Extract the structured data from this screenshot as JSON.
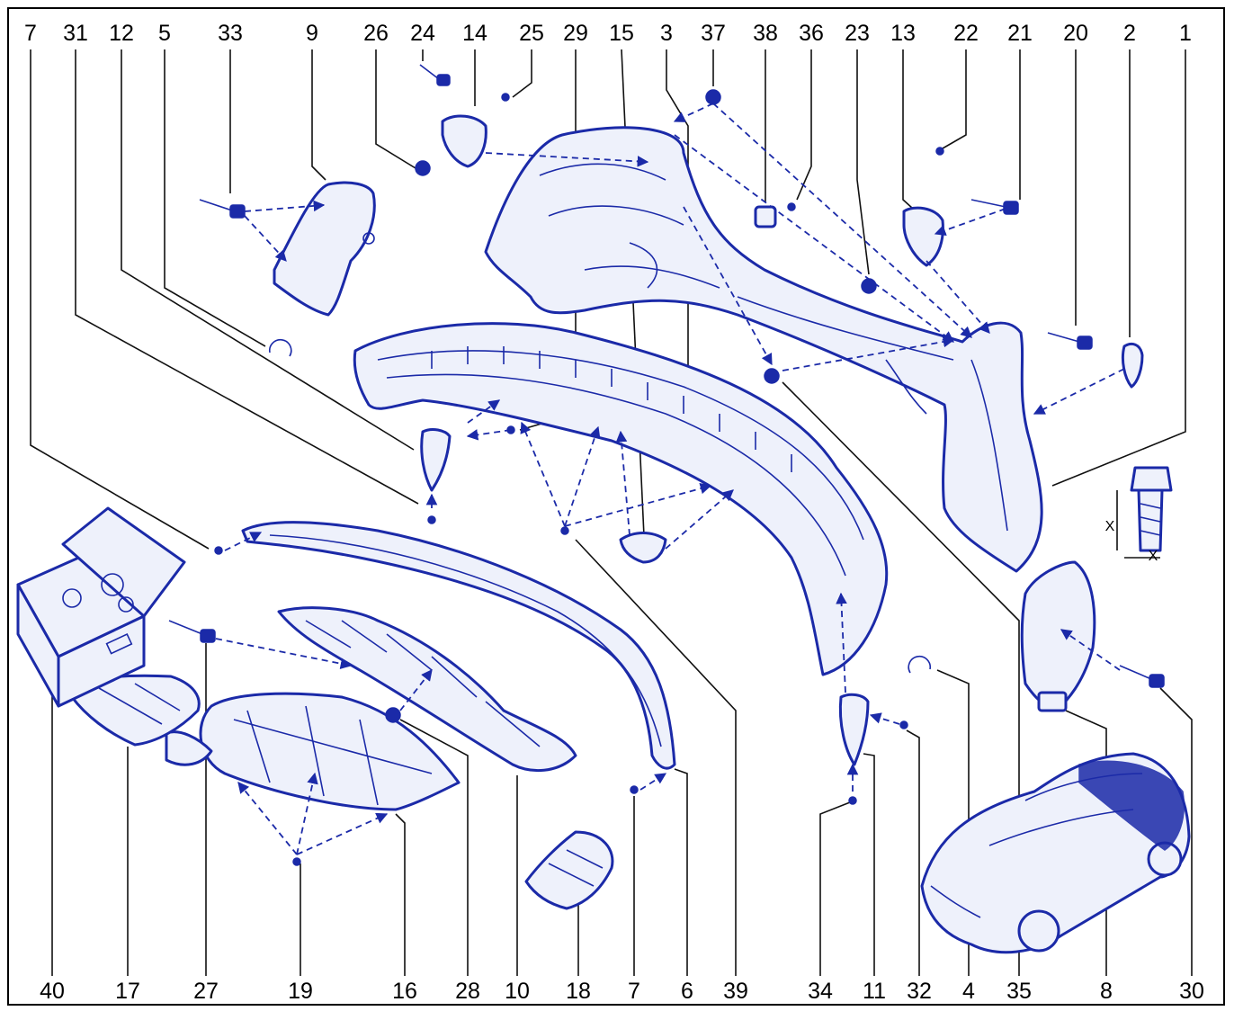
{
  "callouts_top": [
    "7",
    "31",
    "12",
    "5",
    "33",
    "9",
    "26",
    "24",
    "14",
    "25",
    "29",
    "15",
    "3",
    "37",
    "38",
    "36",
    "23",
    "13",
    "22",
    "21",
    "20",
    "2",
    "1"
  ],
  "callouts_bottom": [
    "40",
    "17",
    "27",
    "19",
    "16",
    "28",
    "10",
    "18",
    "7",
    "6",
    "39",
    "34",
    "11",
    "32",
    "4",
    "35",
    "8",
    "30"
  ],
  "dimension_labels": [
    "X",
    "X"
  ],
  "colors": {
    "line": "#1b2aa8",
    "text": "#000000",
    "background": "#ffffff"
  }
}
